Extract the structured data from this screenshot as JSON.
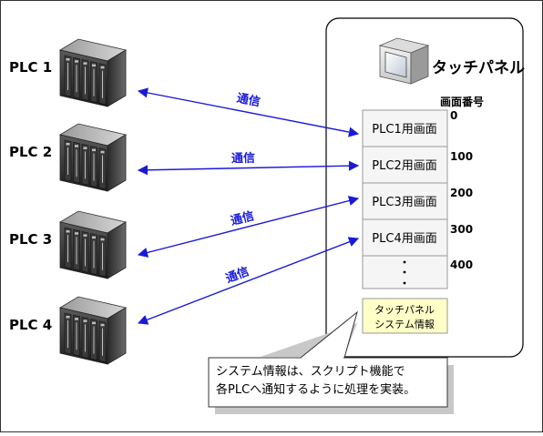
{
  "plcs": [
    {
      "label": "PLC 1"
    },
    {
      "label": "PLC 2"
    },
    {
      "label": "PLC 3"
    },
    {
      "label": "PLC 4"
    }
  ],
  "links": [
    {
      "label": "通信"
    },
    {
      "label": "通信"
    },
    {
      "label": "通信"
    },
    {
      "label": "通信"
    }
  ],
  "panel": {
    "title": "タッチパネル",
    "screen_number_header": "画面番号",
    "screens": [
      {
        "label": "PLC1用画面",
        "number": "0"
      },
      {
        "label": "PLC2用画面",
        "number": "100"
      },
      {
        "label": "PLC3用画面",
        "number": "200"
      },
      {
        "label": "PLC4用画面",
        "number": "300"
      }
    ],
    "more_number": "400",
    "info_line1": "タッチパネル",
    "info_line2": "システム情報"
  },
  "callout": {
    "line1": "システム情報は、スクリプト機能で",
    "line2": "各PLCへ通知するように処理を実装。"
  },
  "colors": {
    "arrow": "#1a1ad6",
    "arrow_text": "#1a1ad6",
    "info_box_fill": "#ffffc8",
    "info_box_stroke": "#9a9a9a",
    "screen_fill": "#f5f5f5",
    "callout_shadow": "#c8c8c8"
  }
}
